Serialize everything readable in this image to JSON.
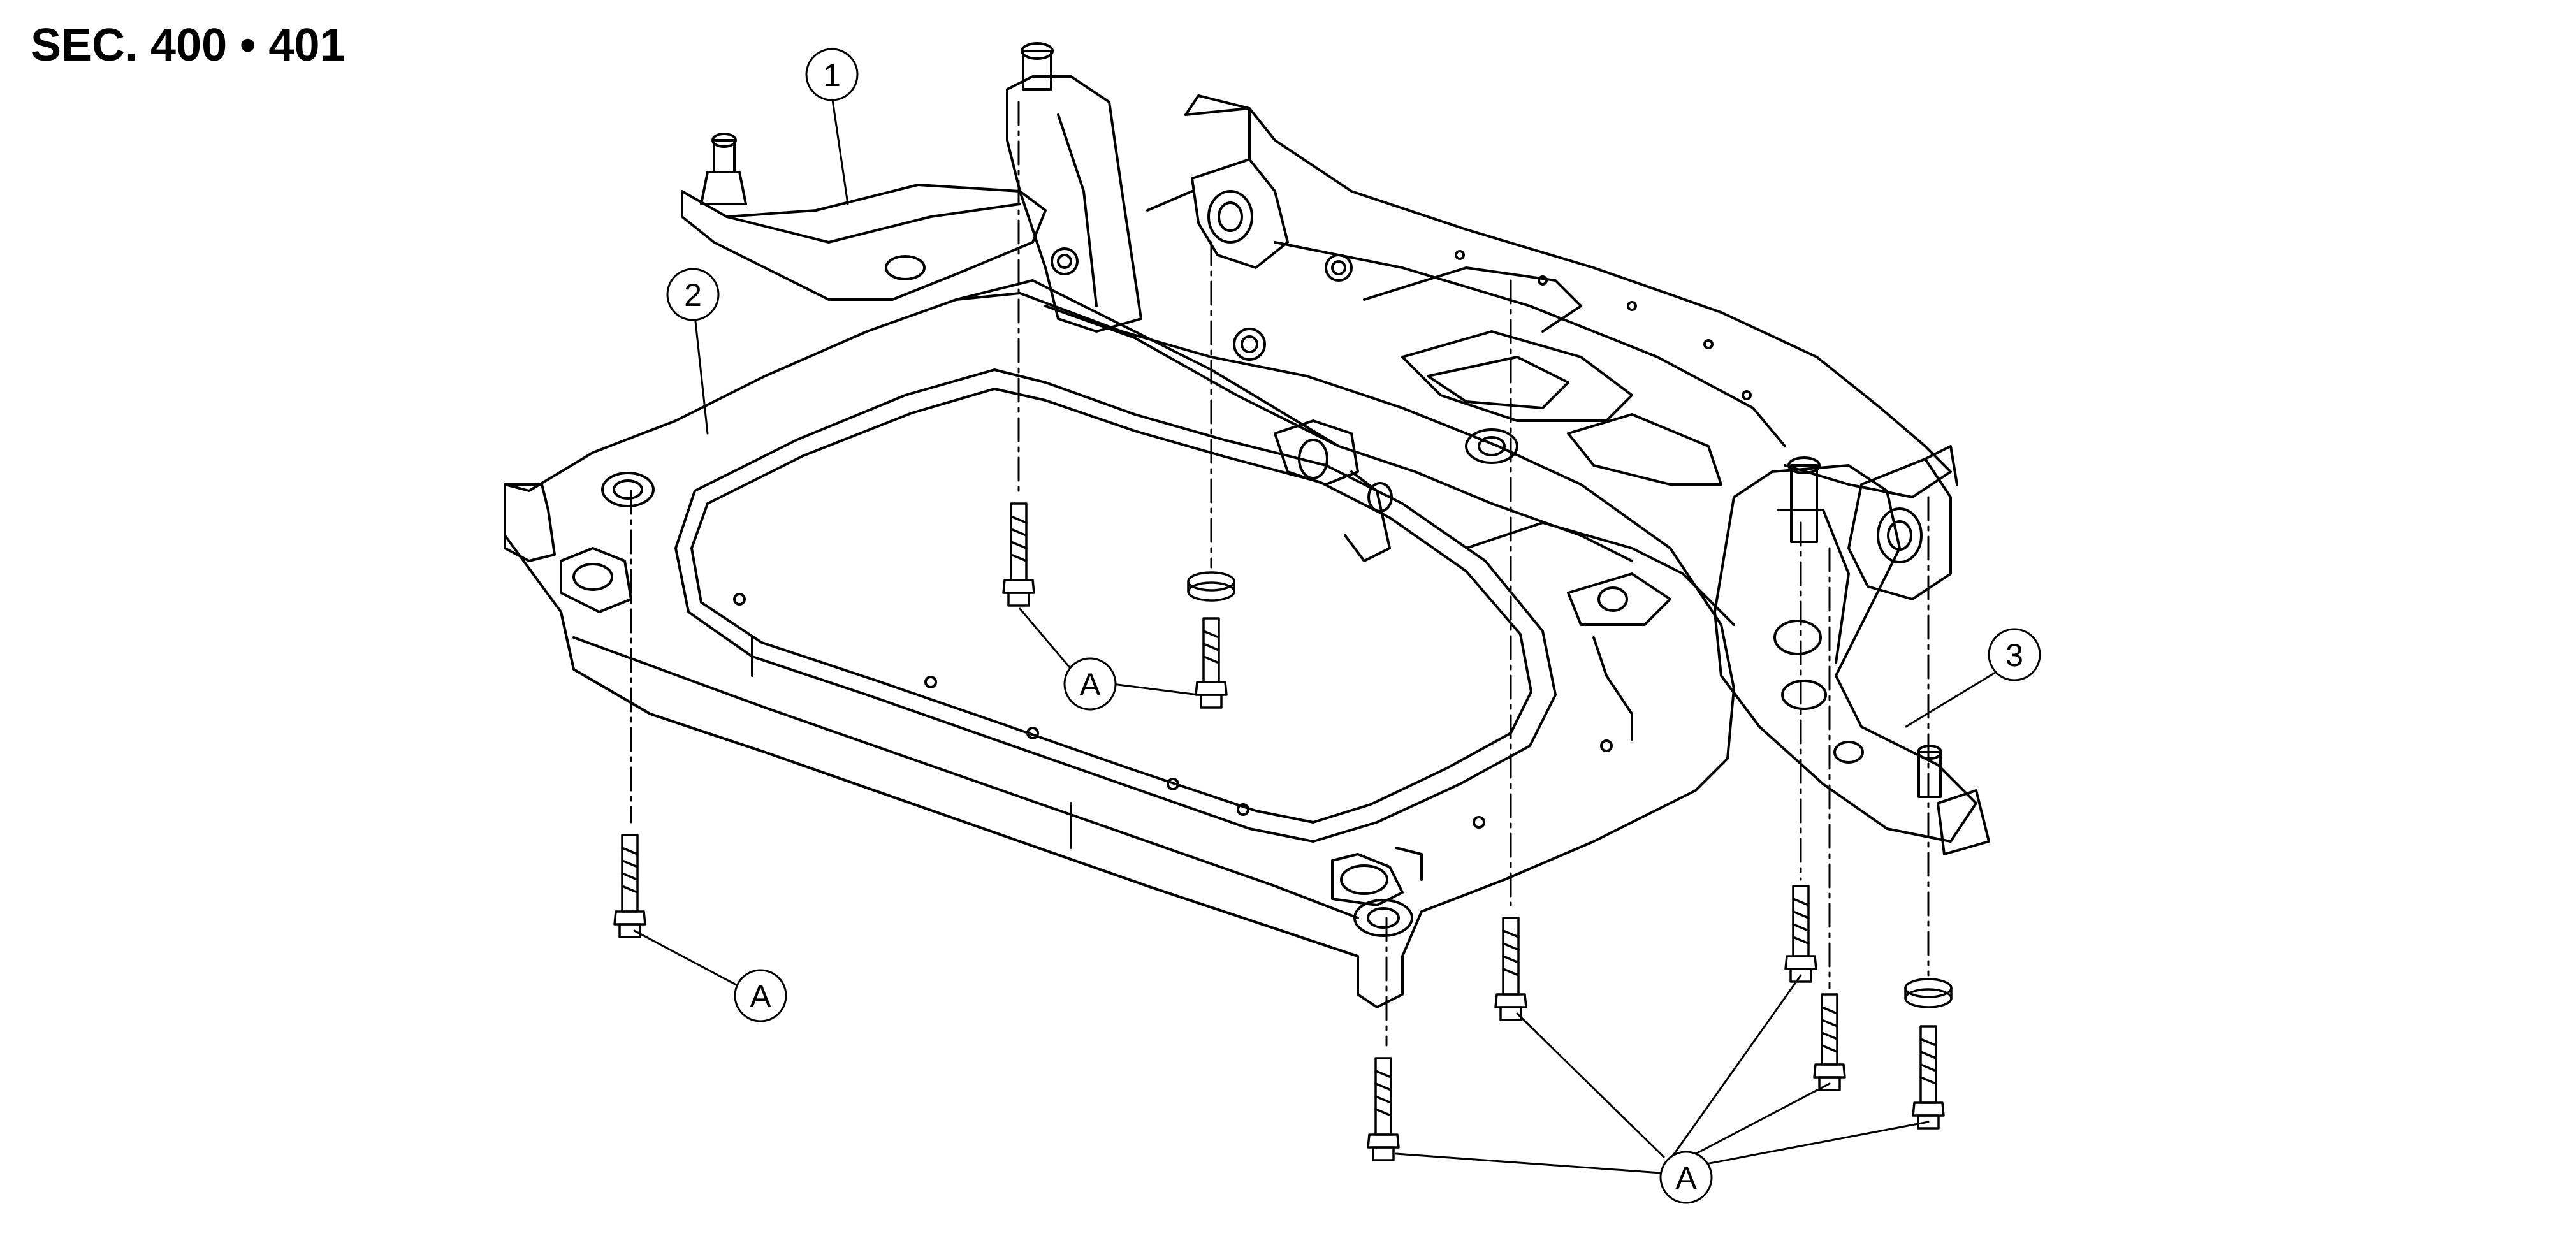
{
  "section_title": "SEC. 400 • 401",
  "callouts": {
    "item_1": "1",
    "item_2": "2",
    "item_3": "3",
    "bolt_group_a": "A"
  },
  "colors": {
    "ink": "#000000",
    "background": "#ffffff"
  }
}
